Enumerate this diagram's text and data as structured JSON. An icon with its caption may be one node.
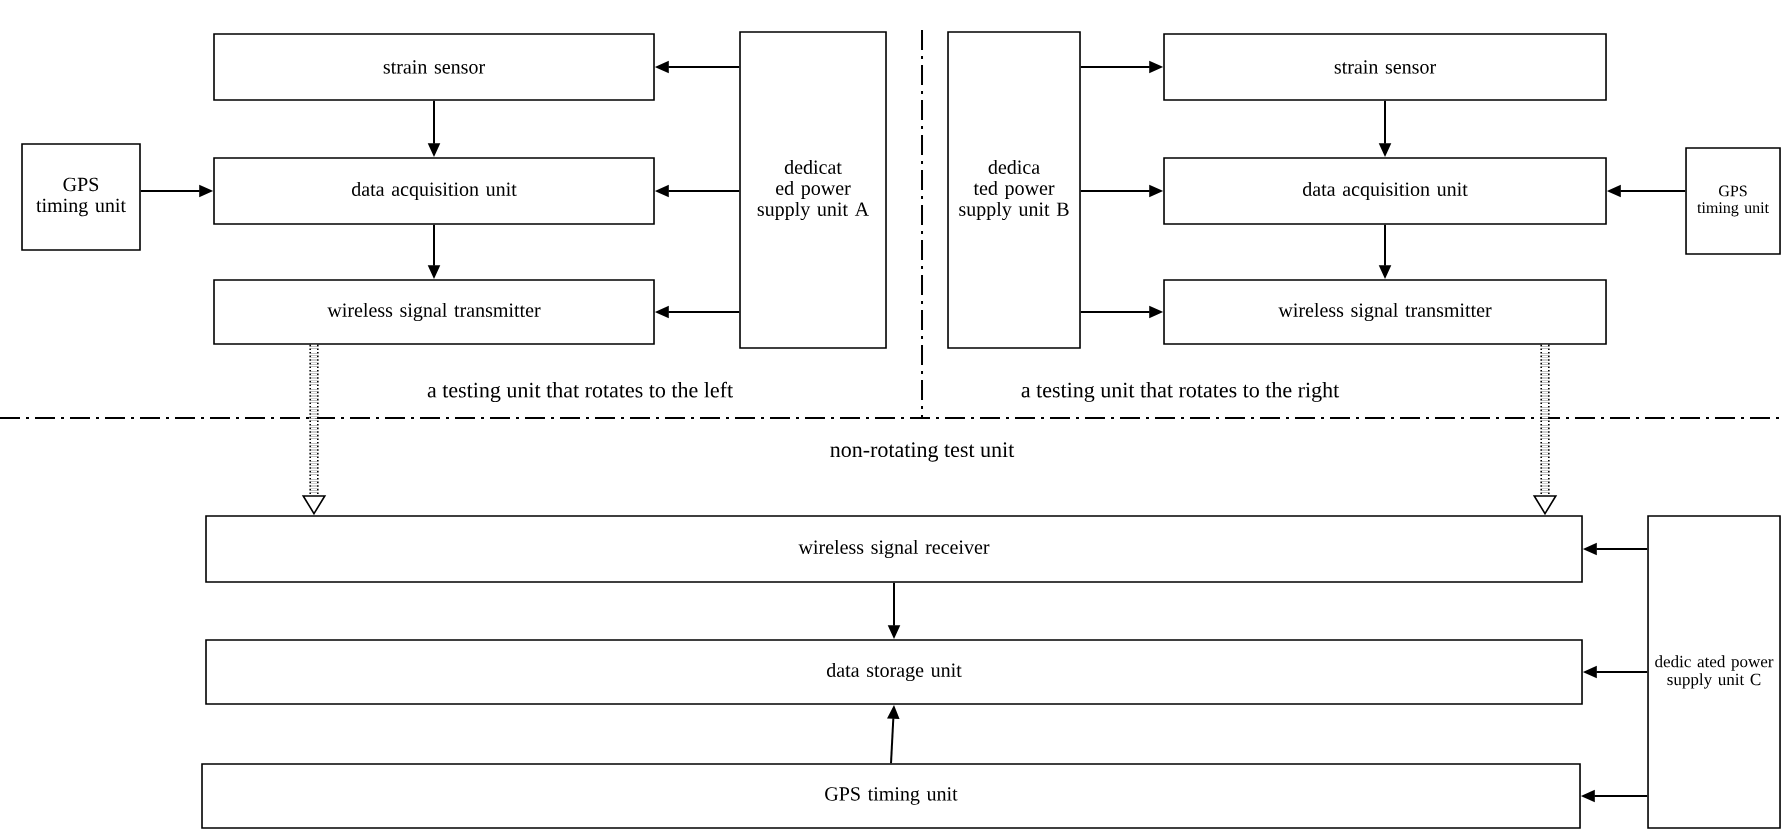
{
  "diagram": {
    "nodes": [
      {
        "text": [
          "strain sensor"
        ]
      },
      {
        "text": [
          "GPS timing unit"
        ]
      },
      {
        "text": [
          "data acquisition unit"
        ]
      },
      {
        "text": [
          "wireless signal transmitter"
        ]
      },
      {
        "text": [
          "dedicat ed power supply unit A"
        ]
      },
      {
        "text": [
          "dedica ted power supply unit B"
        ]
      },
      {
        "text": [
          "strain sensor"
        ]
      },
      {
        "text": [
          "data acquisition unit"
        ]
      },
      {
        "text": [
          "GPS timing unit"
        ]
      },
      {
        "text": [
          "wireless signal transmitter"
        ]
      },
      {
        "text": [
          "wireless signal receiver"
        ]
      },
      {
        "text": [
          "data storage unit"
        ]
      },
      {
        "text": [
          "GPS timing unit"
        ]
      },
      {
        "text": [
          "dedic ated power supply unit C"
        ]
      }
    ],
    "edges": [
      {
        "from": 4,
        "to": 0,
        "arrow": "to"
      },
      {
        "from": 4,
        "to": 2,
        "arrow": "to"
      },
      {
        "from": 4,
        "to": 3,
        "arrow": "to"
      },
      {
        "from": 0,
        "to": 2,
        "arrow": "to"
      },
      {
        "from": 1,
        "to": 2,
        "arrow": "to"
      },
      {
        "from": 2,
        "to": 3,
        "arrow": "to"
      },
      {
        "from": 5,
        "to": 6,
        "arrow": "to"
      },
      {
        "from": 5,
        "to": 7,
        "arrow": "to"
      },
      {
        "from": 5,
        "to": 9,
        "arrow": "to"
      },
      {
        "from": 6,
        "to": 7,
        "arrow": "to"
      },
      {
        "from": 8,
        "to": 7,
        "arrow": "to"
      },
      {
        "from": 7,
        "to": 9,
        "arrow": "to"
      },
      {
        "from": 3,
        "to": 10,
        "arrow": "to",
        "style": "dashed"
      },
      {
        "from": 9,
        "to": 10,
        "arrow": "to",
        "style": "dashed"
      },
      {
        "from": 10,
        "to": 11,
        "arrow": "to"
      },
      {
        "from": 12,
        "to": 11,
        "arrow": "to"
      },
      {
        "from": 13,
        "to": 10,
        "arrow": "to"
      },
      {
        "from": 13,
        "to": 11,
        "arrow": "to"
      },
      {
        "from": 13,
        "to": 12,
        "arrow": "to"
      }
    ],
    "labels": [
      "a testing unit that rotates to the left",
      "a testing unit that rotates to the right",
      "non-rotating test unit"
    ]
  }
}
